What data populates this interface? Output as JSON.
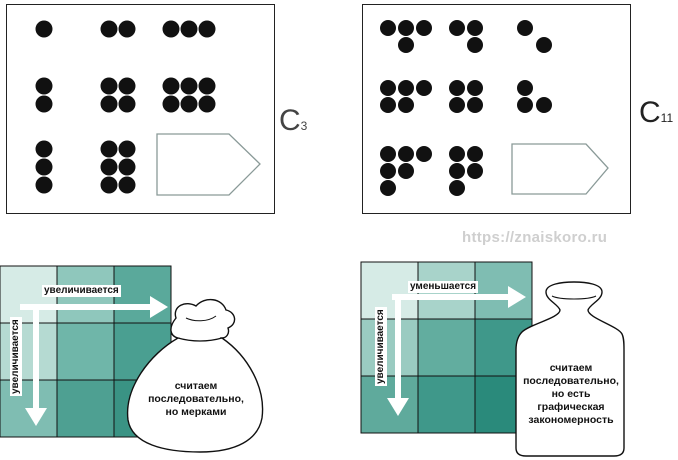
{
  "cards": [
    {
      "id": "c3",
      "label": "C",
      "sub": "3"
    },
    {
      "id": "c11",
      "label": "C",
      "sub": "11"
    }
  ],
  "watermark": "https://znaiskoro.ru",
  "left_grid": {
    "horizontal_arrow": "увеличивается",
    "vertical_arrow": "увеличивается",
    "bag_text": "считаем последовательно, но мерками"
  },
  "right_grid": {
    "horizontal_arrow": "уменьшается",
    "vertical_arrow": "увеличивается",
    "jar_text": "считаем последовательно, но есть графическая закономерность"
  },
  "colors": {
    "dot": "#111111",
    "teal_light": "#d6ebe6",
    "teal_mid": "#6ab3a6",
    "teal_dark": "#2e8b7d"
  }
}
